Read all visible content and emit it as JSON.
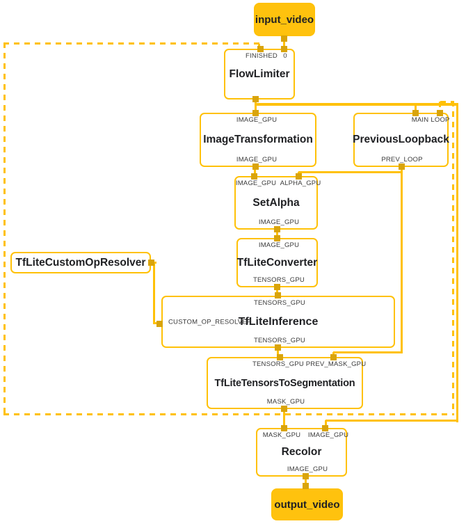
{
  "colors": {
    "edge_amber": "#FFC107",
    "connector": "#D9A40B",
    "terminal_fill": "#FFC20E",
    "title_text": "#202124",
    "port_text": "#3A3A3A"
  },
  "nodes": {
    "input_video": {
      "label": "input_video"
    },
    "flow_limiter": {
      "title": "FlowLimiter",
      "ports_top": [
        "FINISHED",
        "0"
      ]
    },
    "image_transformation": {
      "title": "ImageTransformation",
      "ports_top": [
        "IMAGE_GPU"
      ],
      "ports_bottom": [
        "IMAGE_GPU"
      ]
    },
    "previous_loopback": {
      "title": "PreviousLoopback",
      "ports_top": [
        "MAIN",
        "LOOP"
      ],
      "ports_bottom": [
        "PREV_LOOP"
      ]
    },
    "set_alpha": {
      "title": "SetAlpha",
      "ports_top": [
        "IMAGE_GPU",
        "ALPHA_GPU"
      ],
      "ports_bottom": [
        "IMAGE_GPU"
      ]
    },
    "tflite_converter": {
      "title": "TfLiteConverter",
      "ports_top": [
        "IMAGE_GPU"
      ],
      "ports_bottom": [
        "TENSORS_GPU"
      ]
    },
    "tflite_custom_op_resolver": {
      "title": "TfLiteCustomOpResolver"
    },
    "tflite_inference": {
      "title": "TfLiteInference",
      "ports_top": [
        "TENSORS_GPU"
      ],
      "port_left": "CUSTOM_OP_RESOLVER",
      "ports_bottom": [
        "TENSORS_GPU"
      ]
    },
    "tflite_tensors_to_segmentation": {
      "title": "TfLiteTensorsToSegmentation",
      "ports_top": [
        "TENSORS_GPU",
        "PREV_MASK_GPU"
      ],
      "ports_bottom": [
        "MASK_GPU"
      ]
    },
    "recolor": {
      "title": "Recolor",
      "ports_top": [
        "MASK_GPU",
        "IMAGE_GPU"
      ],
      "ports_bottom": [
        "IMAGE_GPU"
      ]
    },
    "output_video": {
      "label": "output_video"
    }
  }
}
